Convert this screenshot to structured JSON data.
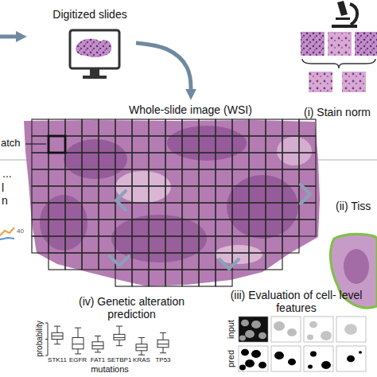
{
  "diagram": {
    "nodes": [
      {
        "text": [
          "Digitized slides"
        ]
      },
      {
        "text": [
          "Whole-slide image (WSI)"
        ]
      },
      {
        "text": [
          "(i) Stain norm"
        ]
      },
      {
        "text": [
          "(ii) Tiss"
        ]
      },
      {
        "text": [
          "(iii) Evaluation of cell- level features"
        ]
      },
      {
        "text": [
          "(iv) Genetic alteration prediction"
        ]
      }
    ],
    "edges": [
      {
        "from": 0,
        "to": 1,
        "arrow": "to"
      }
    ],
    "labels": [
      "atch",
      "...",
      "l",
      "n",
      "40",
      "probability",
      "STK11",
      "EGFR",
      "FAT1",
      "SETBP1",
      "KRAS",
      "TP53",
      "mutations",
      "input",
      "pred"
    ]
  }
}
